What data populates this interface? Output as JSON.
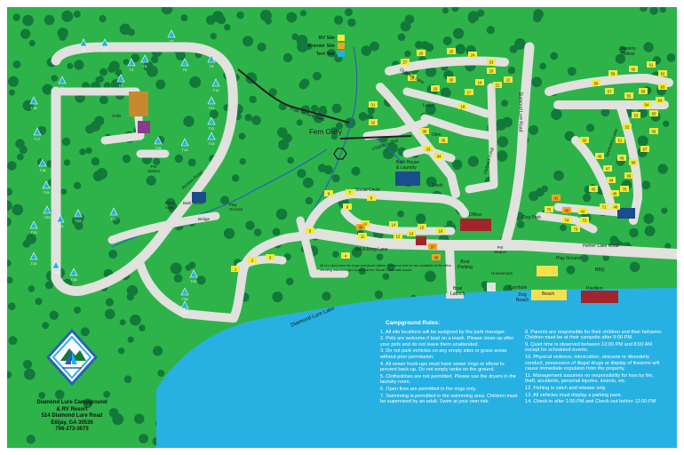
{
  "colors": {
    "grass": "#2eb34a",
    "tree": "#12793a",
    "road": "#e1e1de",
    "lake": "#27b1e3",
    "water_line": "#2a60b8",
    "rv_site": "#f3ea3c",
    "premier_site": "#f6a21e",
    "tent_site": "#27b1e3"
  },
  "legend": [
    {
      "label": "RV Site",
      "color": "#f3ea3c"
    },
    {
      "label": "Premier Site",
      "color": "#f6a21e"
    },
    {
      "label": "Tent Site",
      "color": "#27b1e3"
    }
  ],
  "places": {
    "fern_gully": "Fern Gully",
    "path_to_tent_sites": "Path To Tent Sites",
    "access_road": "Access Road",
    "bath_house_laundry": "Bath House\n& Laundry",
    "trash": "Trash",
    "social_circle": "Social Circle",
    "office": "Office",
    "dog_park": "Dog Park",
    "hefner_lake_road": "Hefner Lake Road",
    "bill_a_bong_lane": "Bill A Bong Lane",
    "boat_launch": "Boat\nLaunch",
    "boat_parking": "Boat\nParking",
    "play_ground": "Play Ground",
    "bbq": "BBQ",
    "beach": "Beach",
    "pavillion": "Pavillion",
    "cornhole": "Cornhole",
    "dog_beach": "Dog\nBeach",
    "horseshoes": "Horseshoes",
    "pet_station": "Pet\nStation",
    "picnic_area": "Picnic\nArea",
    "bath_house": "Bath House",
    "play_ground_west": "Play\nGround",
    "bridge": "Bridge",
    "diamond_lure_lake": "Diamond Lure Lake",
    "diamond_lure_road": "Diamond Lure Road",
    "outback_lane": "Outback Lane",
    "outback_loop": "Outback Loop",
    "larkin": "Larkin",
    "olen": "Olen",
    "claytons_way": "Clayton's Way",
    "sweeney_hollow": "Sweeny\nHollow",
    "spencers_lane": "Spencers Lane",
    "grills": "Grills",
    "pet_station_east": "Pet\nStation"
  },
  "map_note": "All our sites have fire rings and picnic tables. Firewood and ice are available at the office. Vending machines are located at the Social Circle bath house.",
  "rules": {
    "title": "Campground Rules:",
    "col1": [
      "1.  All site locations will be assigned by the park manager.",
      "2.  Pets are welcome if kept on a leash. Please clean up after your pets and do not leave them unattended.",
      "3.  Do not park vehicles on any empty sites or grass areas without prior permission.",
      "4.  All sewer hook-ups must have sewer rings or elbow to prevent back-up.  Do not empty tanks on the ground.",
      "5.  Clotheslines are not permitted.  Please use the dryers in the laundry room.",
      "6.  Open fires are permitted in fire rings only.",
      "7.  Swimming is permitted in the swimming area.  Children must be supervised by an adult.  Swim at your own risk."
    ],
    "col2": [
      "8.  Parents are responsible for their children and their behavior.  Children must be at their campsite after 9:00 PM.",
      "9.  Quiet time is observed between 10:00 PM and 8:00 AM except for scheduled events.",
      "10.  Physical violence, intoxication, obscene or disorderly conduct, possession of illegal drugs or display of firearms will cause immediate expulsion from the property.",
      "11.  Management assumes no responsibility for loss by fire, theft, accidents, personal injuries, insects, etc.",
      "12.  Fishing is catch and release only.",
      "13.  All vehicles must display a parking pass.",
      "14.  Check-in after 1:00 PM and Check-out before 12:00 PM"
    ]
  },
  "resort": {
    "name": "Diamond Lure Campground\n& RV Resort",
    "address": "514 Diamond Lure Road",
    "city": "Ellijay, GA 30536",
    "phone": "706-273-3075"
  },
  "sites": [
    {
      "n": "1",
      "type": "rv"
    },
    {
      "n": "2",
      "type": "rv"
    },
    {
      "n": "3",
      "type": "rv"
    },
    {
      "n": "4",
      "type": "rv"
    },
    {
      "n": "5",
      "type": "rv"
    },
    {
      "n": "6",
      "type": "rv"
    },
    {
      "n": "7",
      "type": "rv"
    },
    {
      "n": "8",
      "type": "rv"
    },
    {
      "n": "9",
      "type": "rv"
    },
    {
      "n": "10",
      "type": "rv"
    },
    {
      "n": "11",
      "type": "rv"
    },
    {
      "n": "12",
      "type": "rv"
    },
    {
      "n": "13",
      "type": "rv"
    },
    {
      "n": "14",
      "type": "rv"
    },
    {
      "n": "15",
      "type": "rv"
    },
    {
      "n": "16",
      "type": "rv"
    },
    {
      "n": "17",
      "type": "rv"
    },
    {
      "n": "18",
      "type": "rv"
    },
    {
      "n": "19",
      "type": "rv"
    },
    {
      "n": "20",
      "type": "rv"
    },
    {
      "n": "21",
      "type": "rv"
    },
    {
      "n": "22",
      "type": "rv"
    },
    {
      "n": "23",
      "type": "rv"
    },
    {
      "n": "24",
      "type": "rv"
    },
    {
      "n": "25",
      "type": "rv"
    },
    {
      "n": "26",
      "type": "rv"
    },
    {
      "n": "27",
      "type": "rv"
    },
    {
      "n": "28",
      "type": "rv"
    },
    {
      "n": "29",
      "type": "rv"
    },
    {
      "n": "30",
      "type": "rv"
    },
    {
      "n": "31",
      "type": "rv"
    },
    {
      "n": "32",
      "type": "rv"
    },
    {
      "n": "33",
      "type": "rv"
    },
    {
      "n": "34",
      "type": "rv"
    },
    {
      "n": "35",
      "type": "rv"
    },
    {
      "n": "36",
      "type": "rv"
    },
    {
      "n": "37",
      "type": "premier"
    },
    {
      "n": "38",
      "type": "premier"
    },
    {
      "n": "39",
      "type": "premier"
    },
    {
      "n": "40",
      "type": "premier"
    },
    {
      "n": "41",
      "type": "premier"
    },
    {
      "n": "42",
      "type": "rv"
    },
    {
      "n": "43",
      "type": "rv"
    },
    {
      "n": "44",
      "type": "rv"
    },
    {
      "n": "45",
      "type": "rv"
    },
    {
      "n": "46",
      "type": "rv"
    },
    {
      "n": "47",
      "type": "rv"
    },
    {
      "n": "48",
      "type": "rv"
    },
    {
      "n": "49",
      "type": "rv"
    },
    {
      "n": "50",
      "type": "rv"
    },
    {
      "n": "51",
      "type": "rv"
    },
    {
      "n": "52",
      "type": "rv"
    },
    {
      "n": "53",
      "type": "rv"
    },
    {
      "n": "54",
      "type": "rv"
    },
    {
      "n": "55",
      "type": "rv"
    },
    {
      "n": "56",
      "type": "rv"
    },
    {
      "n": "57",
      "type": "rv"
    },
    {
      "n": "58",
      "type": "rv"
    },
    {
      "n": "59",
      "type": "rv"
    },
    {
      "n": "60",
      "type": "rv"
    },
    {
      "n": "61",
      "type": "rv"
    },
    {
      "n": "62",
      "type": "rv"
    },
    {
      "n": "63",
      "type": "rv"
    },
    {
      "n": "64",
      "type": "rv"
    },
    {
      "n": "65",
      "type": "rv"
    },
    {
      "n": "66",
      "type": "rv"
    },
    {
      "n": "67",
      "type": "rv"
    },
    {
      "n": "68",
      "type": "rv"
    },
    {
      "n": "69",
      "type": "rv"
    },
    {
      "n": "70",
      "type": "rv"
    },
    {
      "n": "71",
      "type": "rv"
    },
    {
      "n": "72",
      "type": "rv"
    },
    {
      "n": "73",
      "type": "rv"
    },
    {
      "n": "74",
      "type": "rv"
    },
    {
      "n": "75",
      "type": "rv"
    }
  ],
  "tent_sites": [
    "T1",
    "T2",
    "T3",
    "T4",
    "T5",
    "T6",
    "T7",
    "T8",
    "T9",
    "T10",
    "T11",
    "T12",
    "T13",
    "T14",
    "T15",
    "T16",
    "T17",
    "T18",
    "T19",
    "T20",
    "T21",
    "T22",
    "T23",
    "T24",
    "T25",
    "T26",
    "T27",
    "T28",
    "T29",
    "T30"
  ]
}
